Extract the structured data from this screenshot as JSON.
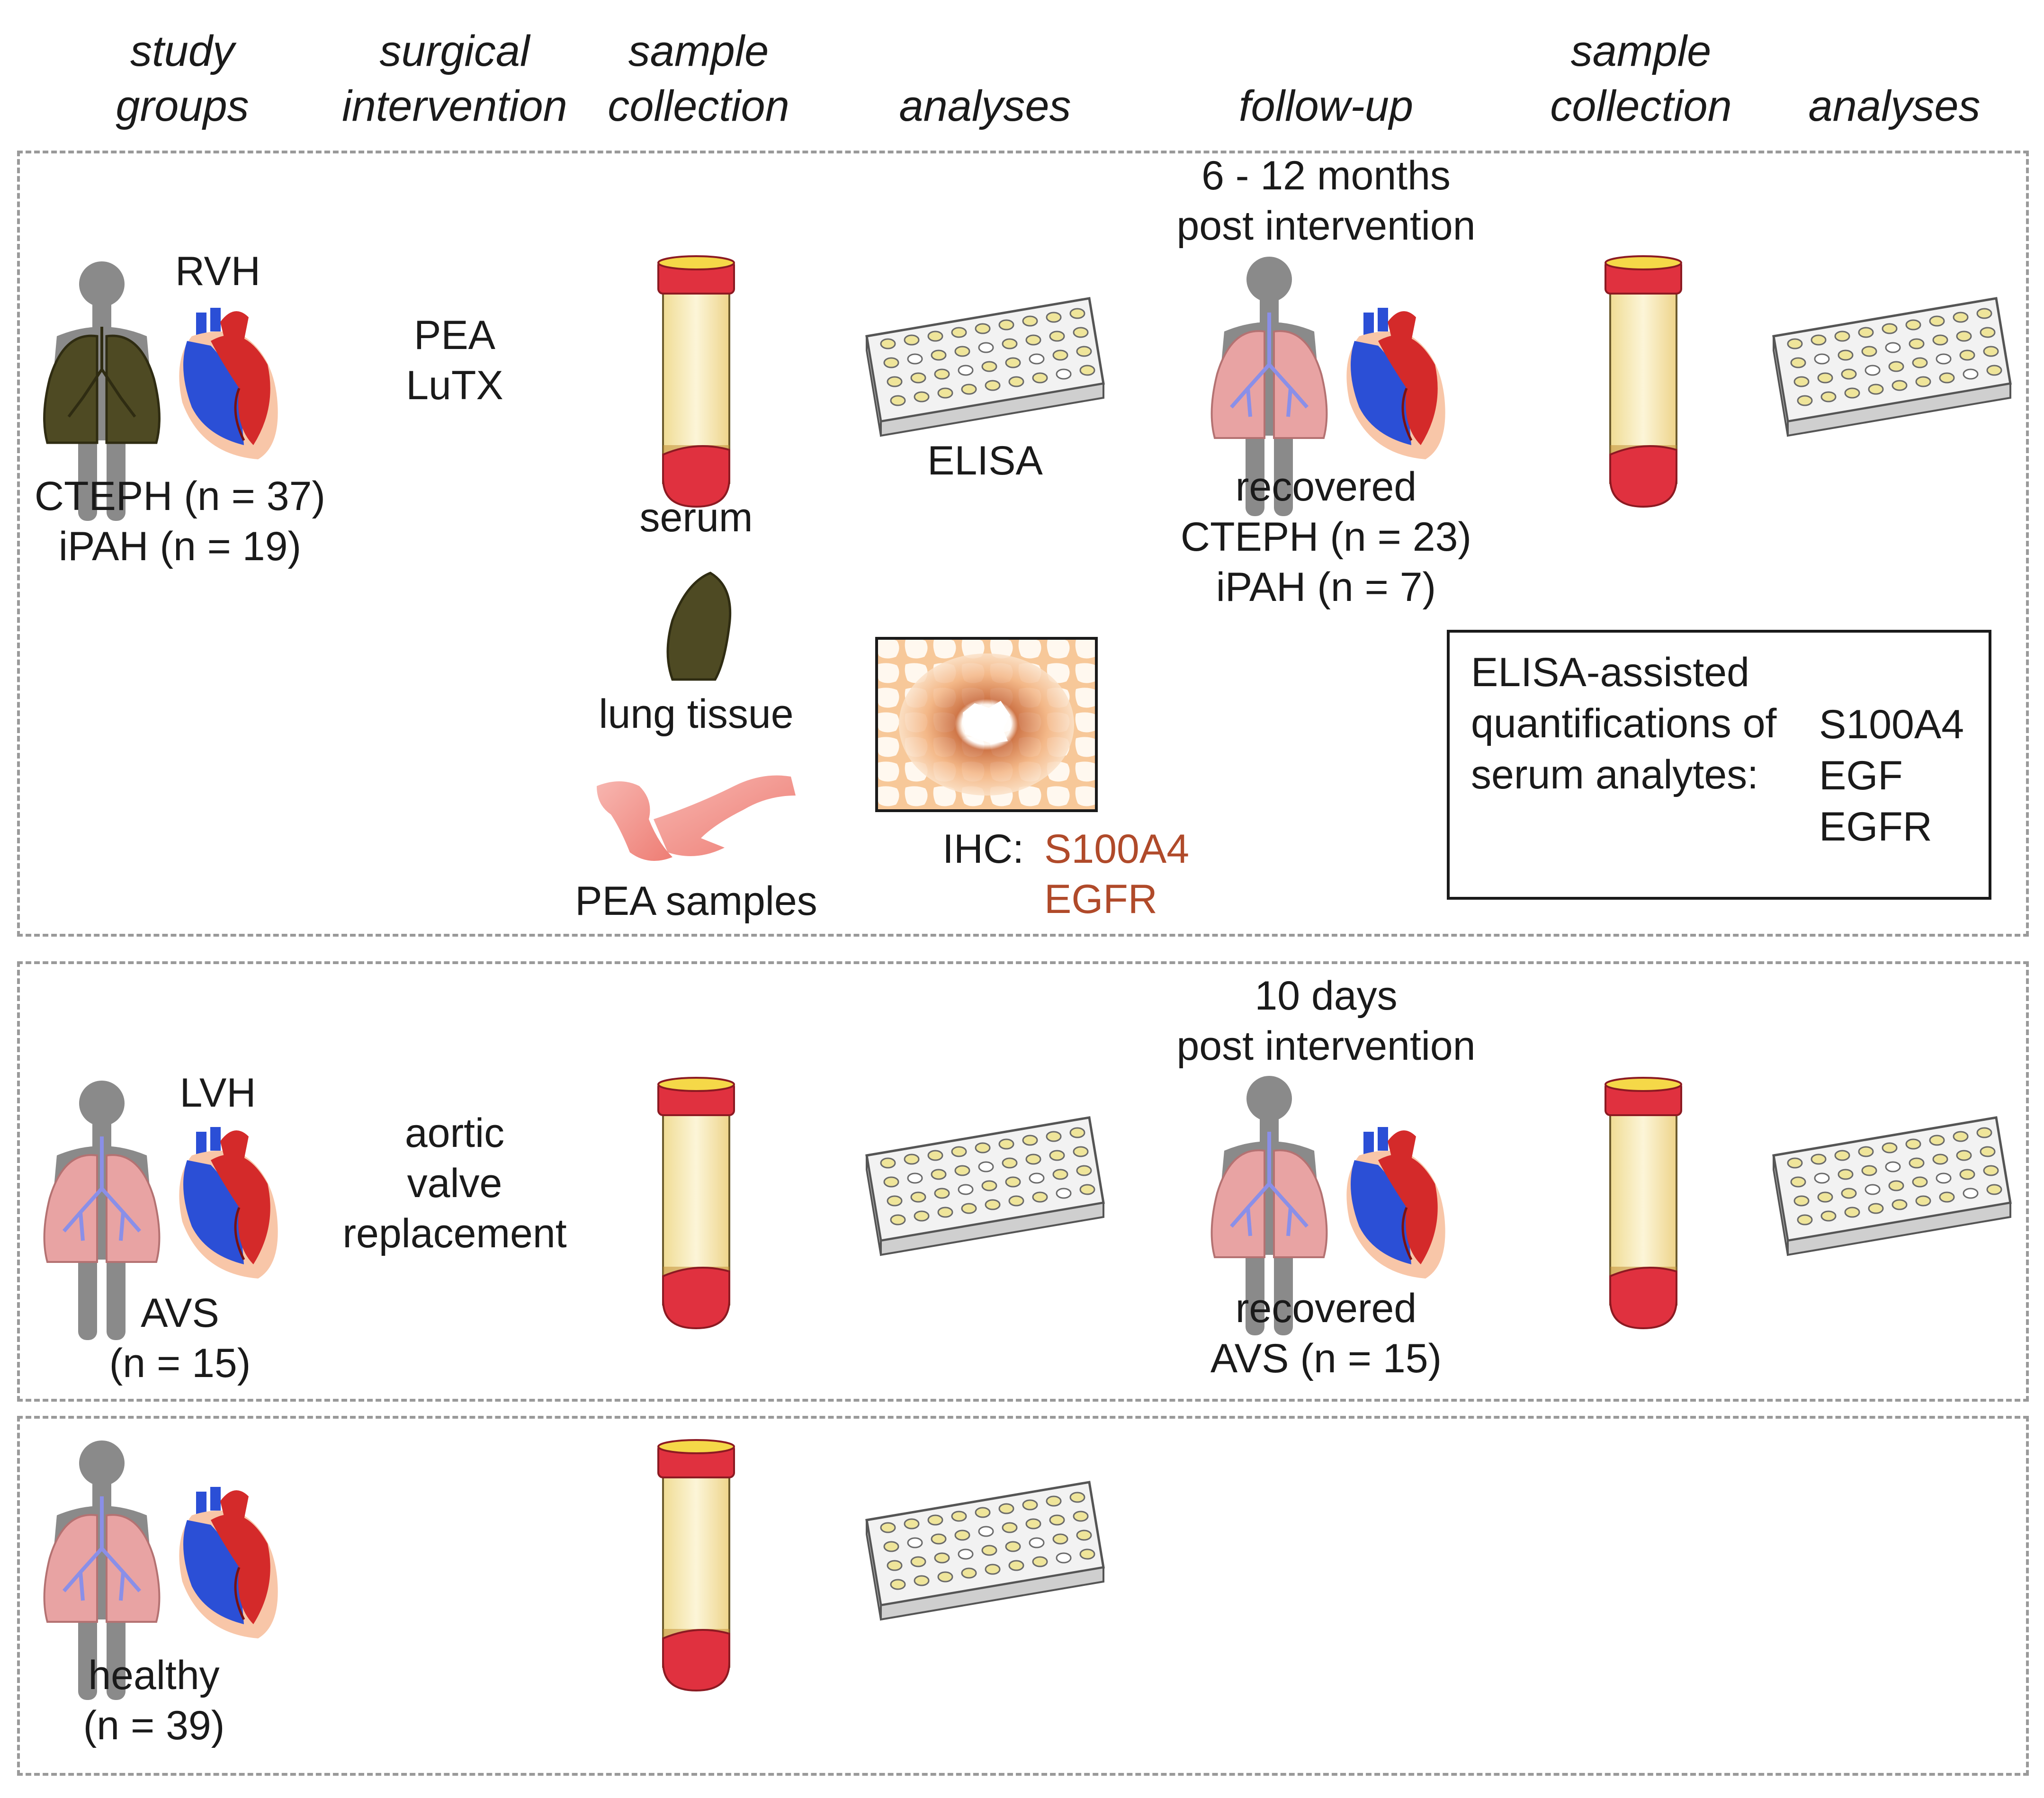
{
  "headers": {
    "col1": [
      "study",
      "groups"
    ],
    "col2": [
      "surgical",
      "intervention"
    ],
    "col3": [
      "sample",
      "collection"
    ],
    "col4": [
      "analyses"
    ],
    "col5": [
      "follow-up"
    ],
    "col6": [
      "sample",
      "collection"
    ],
    "col7": [
      "analyses"
    ]
  },
  "row1": {
    "condition": "RVH",
    "groups": [
      "CTEPH (n = 37)",
      "iPAH (n = 19)"
    ],
    "intervention": [
      "PEA",
      "LuTX"
    ],
    "serum_label": "serum",
    "lung_label": "lung tissue",
    "pea_label": "PEA samples",
    "elisa_label": "ELISA",
    "ihc_label": "IHC:",
    "ihc_markers": [
      "S100A4",
      "EGFR"
    ],
    "followup_time": [
      "6 - 12 months",
      "post intervention"
    ],
    "recovered": [
      "recovered",
      "CTEPH (n = 23)",
      "iPAH (n = 7)"
    ],
    "elisa_box_text": [
      "ELISA-assisted",
      "quantifications of",
      "serum analytes:"
    ],
    "elisa_box_analytes": [
      "S100A4",
      "EGF",
      "EGFR"
    ]
  },
  "row2": {
    "condition": "LVH",
    "groups": [
      "AVS",
      "(n = 15)"
    ],
    "intervention": [
      "aortic",
      "valve",
      "replacement"
    ],
    "followup_time": [
      "10 days",
      "post intervention"
    ],
    "recovered": [
      "recovered",
      "AVS (n = 15)"
    ]
  },
  "row3": {
    "groups": [
      "healthy",
      "(n = 39)"
    ]
  },
  "colors": {
    "diseased_lung": "#4e4a23",
    "healthy_lung": "#e8a3a3",
    "heart_red": "#d42a2a",
    "heart_blue": "#2b4fd6",
    "tube_cap": "#e0313f",
    "serum": "#f5e8b0",
    "ihc_marker": "#b04a2a",
    "panel_border": "#9a9a9a"
  }
}
